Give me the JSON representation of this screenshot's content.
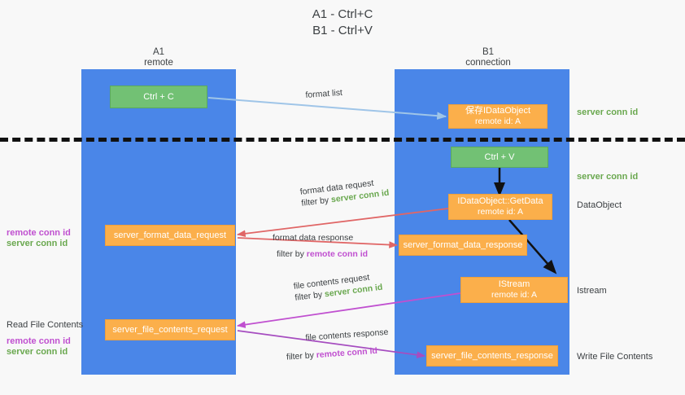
{
  "title": {
    "line1": "A1 - Ctrl+C",
    "line2": "B1 - Ctrl+V"
  },
  "lanes": [
    {
      "id": "a1",
      "name": "A1",
      "role": "remote"
    },
    {
      "id": "b1",
      "name": "B1",
      "role": "connection"
    }
  ],
  "colors": {
    "lane": "#4a86e8",
    "green_box": "#72c174",
    "orange_box": "#fbaf4b",
    "server_conn_id": "#6aa84f",
    "remote_conn_id": "#c050d0",
    "arrow_blue": "#9fc5e8",
    "arrow_red": "#e06666",
    "arrow_magenta": "#c050d0",
    "arrow_purple": "#a64dc0",
    "arrow_black": "#000000",
    "background": "#f8f8f8"
  },
  "boxes": {
    "ctrl_c": {
      "label": "Ctrl + C"
    },
    "save_idataobject": {
      "line1": "保存IDataObject",
      "line2": "remote id: A"
    },
    "ctrl_v": {
      "label": "Ctrl + V"
    },
    "getdata": {
      "line1": "IDataObject::GetData",
      "line2": "remote id: A"
    },
    "istream": {
      "line1": "IStream",
      "line2": "remote id: A"
    },
    "server_format_data_request": {
      "label": "server_format_data_request"
    },
    "server_format_data_response": {
      "label": "server_format_data_response"
    },
    "server_file_contents_request": {
      "label": "server_file_contents_request"
    },
    "server_file_contents_response": {
      "label": "server_file_contents_response"
    }
  },
  "edge_labels": {
    "format_list": "format list",
    "format_data_request": "format data request",
    "format_data_request_filter_prefix": "filter by ",
    "format_data_request_filter_key": "server conn id",
    "format_data_response": "format data response",
    "format_data_response_filter_prefix": "filter by ",
    "format_data_response_filter_key": "remote conn id",
    "file_contents_request": "file contents request",
    "file_contents_request_filter_prefix": "filter by ",
    "file_contents_request_filter_key": "server conn id",
    "file_contents_response": "file contents response",
    "file_contents_response_filter_prefix": "filter by ",
    "file_contents_response_filter_key": "remote conn id"
  },
  "right_annotations": {
    "server_conn_id_top": "server conn id",
    "server_conn_id_mid": "server conn id",
    "dataobject": "DataObject",
    "istream": "Istream",
    "write_file_contents": "Write File Contents"
  },
  "left_annotations": {
    "remote_conn_id_1": "remote conn id",
    "server_conn_id_1": "server conn id",
    "read_file_contents": "Read File Contents",
    "remote_conn_id_2": "remote conn id",
    "server_conn_id_2": "server conn id"
  }
}
